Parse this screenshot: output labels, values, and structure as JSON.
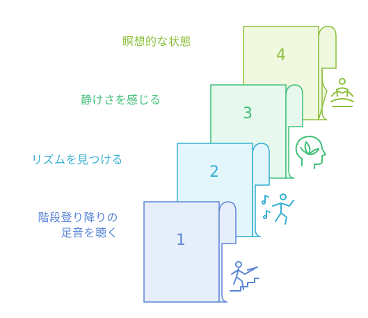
{
  "colors": {
    "step1": "#5b86d6",
    "step2": "#35afd2",
    "step3": "#3fbf78",
    "step4": "#8cbf3c",
    "fill1": "#e6eefb",
    "fill2": "#e3f6fb",
    "fill3": "#e7f8ee",
    "fill4": "#f0f8df"
  },
  "steps": [
    {
      "number": "1",
      "label_lines": [
        "階段登り降りの",
        "足音を聴く"
      ],
      "icon": "walking-up-stairs-icon"
    },
    {
      "number": "2",
      "label_lines": [
        "リズムを見つける"
      ],
      "icon": "dancing-person-icon"
    },
    {
      "number": "3",
      "label_lines": [
        "静けさを感じる"
      ],
      "icon": "mind-leaf-icon"
    },
    {
      "number": "4",
      "label_lines": [
        "瞑想的な状態"
      ],
      "icon": "meditation-icon"
    }
  ]
}
